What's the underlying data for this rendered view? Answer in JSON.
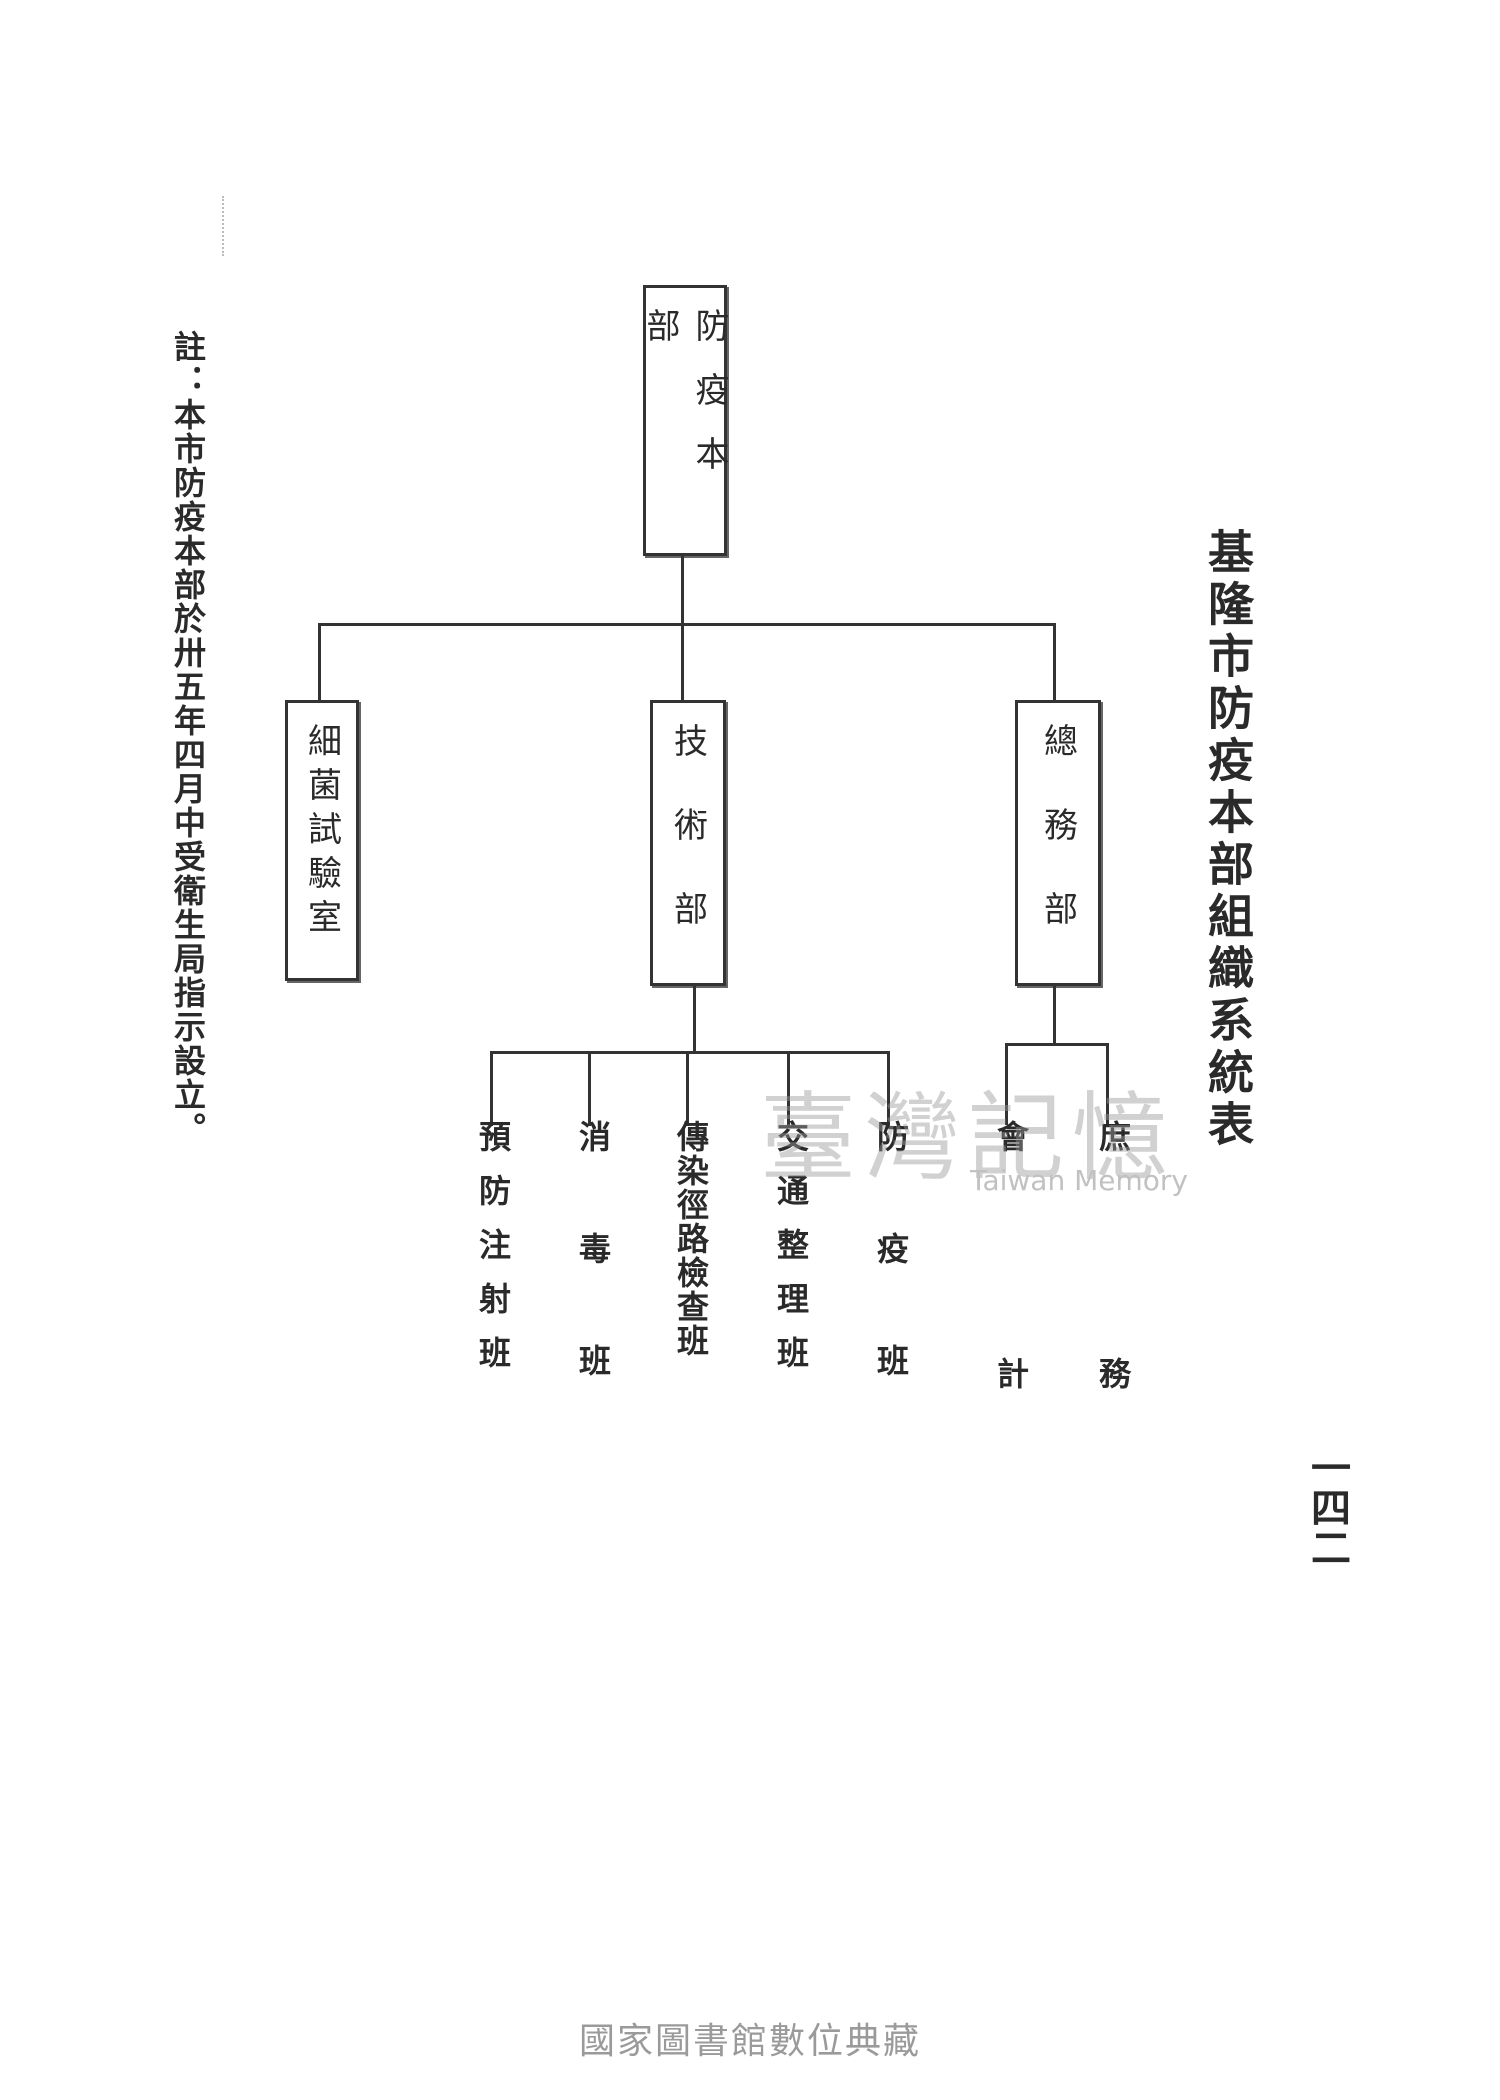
{
  "title": "基隆市防疫本部組織系統表",
  "note": "註：本市防疫本部於卅五年四月中受衛生局指示設立。",
  "page_number": "一四二",
  "chart": {
    "root": "防疫本部",
    "departments": {
      "lab": "細菌試驗室",
      "technical": "技術部",
      "general": "總務部"
    },
    "technical_units": [
      "預防注射班",
      "消毒班",
      "傳染徑路檢查班",
      "交通整理班",
      "防疫班"
    ],
    "general_units": [
      "會計",
      "庶務"
    ]
  },
  "watermark": {
    "text": "臺灣記憶",
    "subtitle": "Taiwan Memory"
  },
  "footer": "國家圖書館數位典藏"
}
